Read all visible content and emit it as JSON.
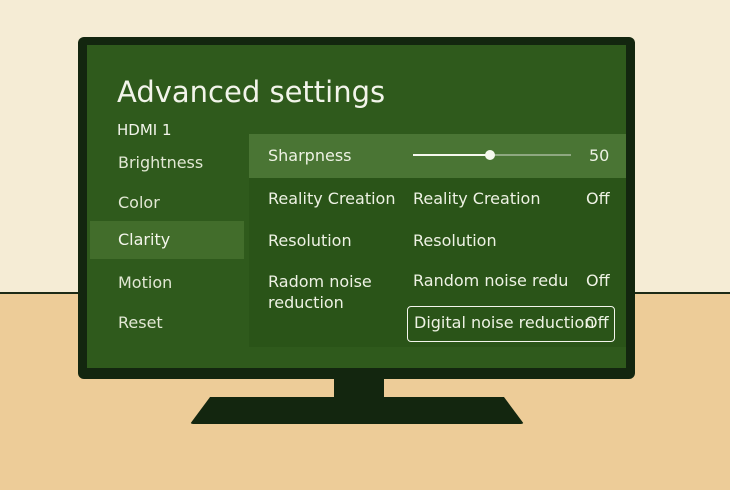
{
  "screen": {
    "title": "Advanced settings",
    "input_source": "HDMI 1"
  },
  "nav": {
    "items": [
      {
        "label": "Brightness"
      },
      {
        "label": "Color"
      },
      {
        "label": "Clarity"
      },
      {
        "label": "Motion"
      },
      {
        "label": "Reset"
      }
    ],
    "selected": "Clarity"
  },
  "settings": {
    "sharpness": {
      "label": "Sharpness",
      "value": "50",
      "level": 0.5
    },
    "reality_creation": {
      "label": "Reality Creation",
      "option_label": "Reality Creation",
      "option_value": "Off"
    },
    "resolution": {
      "label": "Resolution",
      "option_label": "Resolution"
    },
    "noise": {
      "label_line1": "Radom noise",
      "label_line2": "reduction",
      "random_label": "Random noise redu",
      "random_value": "Off",
      "digital_label": "Digital noise reduction",
      "digital_value": "Off"
    }
  },
  "colors": {
    "screen_bg": "#2f5a1c",
    "highlight": "#4a7534",
    "bezel": "#13260f",
    "text": "#eaeedd"
  }
}
